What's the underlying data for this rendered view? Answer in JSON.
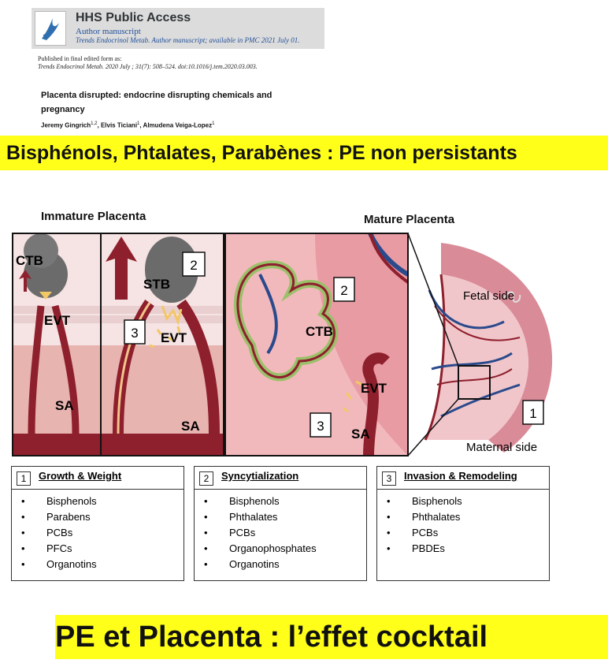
{
  "header": {
    "hhs_title": "HHS Public Access",
    "hhs_subtitle": "Author manuscript",
    "availability": "Trends Endocrinol Metab. Author manuscript; available in PMC 2021 July 01.",
    "published_line1": "Published in final edited form as:",
    "published_line2": "Trends Endocrinol Metab. 2020 July ; 31(7): 508–524. doi:10.1016/j.tem.2020.03.003.",
    "article_title": "Placenta disrupted: endocrine disrupting chemicals and pregnancy",
    "authors": [
      {
        "name": "Jeremy Gingrich",
        "sup": "1,2"
      },
      {
        "name": "Elvis Ticiani",
        "sup": "1"
      },
      {
        "name": "Almudena Veiga-Lopez",
        "sup": "1"
      }
    ]
  },
  "banner_top": "Bisphénols, Phtalates, Parabènes : PE non persistants",
  "banner_bottom": "PE et Placenta : l’effet cocktail",
  "figure": {
    "immature_title": "Immature Placenta",
    "mature_title": "Mature Placenta",
    "labels": {
      "ctb": "CTB",
      "stb": "STB",
      "evt": "EVT",
      "sa": "SA",
      "fetal_side": "Fetal side",
      "maternal_side": "Maternal side",
      "n1": "1",
      "n2": "2",
      "n3": "3"
    },
    "colors": {
      "tissue_pink": "#f2b9bd",
      "deep_red": "#8e1f2c",
      "plume_gray": "#6b6b6b",
      "vessel_blue": "#2a4a8c",
      "villus_green": "#9bc06a"
    },
    "boxes": [
      {
        "number": "1",
        "title": "Growth & Weight",
        "items": [
          "Bisphenols",
          "Parabens",
          "PCBs",
          "PFCs",
          "Organotins"
        ]
      },
      {
        "number": "2",
        "title": "Syncytialization",
        "items": [
          "Bisphenols",
          "Phthalates",
          "PCBs",
          "Organophosphates",
          "Organotins"
        ]
      },
      {
        "number": "3",
        "title": "Invasion & Remodeling",
        "items": [
          "Bisphenols",
          "Phthalates",
          "PCBs",
          "PBDEs"
        ]
      }
    ]
  }
}
